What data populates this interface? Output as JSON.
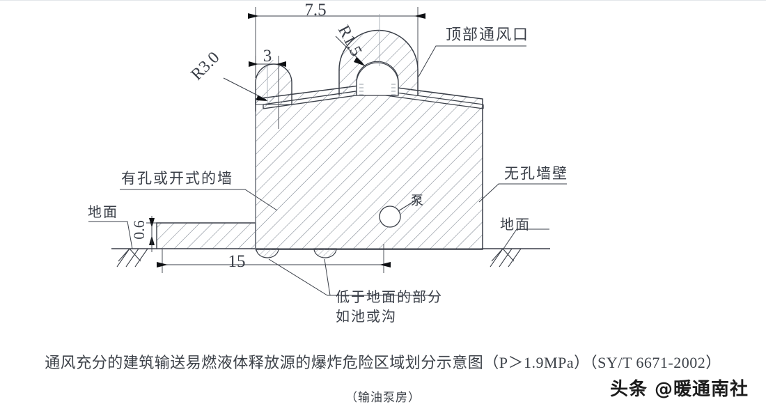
{
  "figure": {
    "title_main": "通风充分的建筑输送易燃液体释放源的爆炸危险区域划分示意图（P＞1.9MPa）（SY/T 6671-2002）",
    "title_sub": "（输油泵房）",
    "watermark": "头条 @暖通南社"
  },
  "labels": {
    "top_vent": "顶部通风口",
    "left_wall": "有孔或开式的墙",
    "right_wall": "无孔墙壁",
    "ground_left": "地面",
    "ground_right": "地面",
    "pump": "泵",
    "below_grade_line1": "低于地面的部分",
    "below_grade_line2": "如池或沟"
  },
  "dimensions": {
    "overall_top": "7.5",
    "vent_width": "3",
    "radius_left": "R3.0",
    "radius_top": "R1.5",
    "height_low": "0.6",
    "bottom_span": "15"
  },
  "colors": {
    "line": "#3a3f48",
    "hatch": "#6d7480",
    "text": "#3a3f48",
    "background": "#ffffff"
  }
}
